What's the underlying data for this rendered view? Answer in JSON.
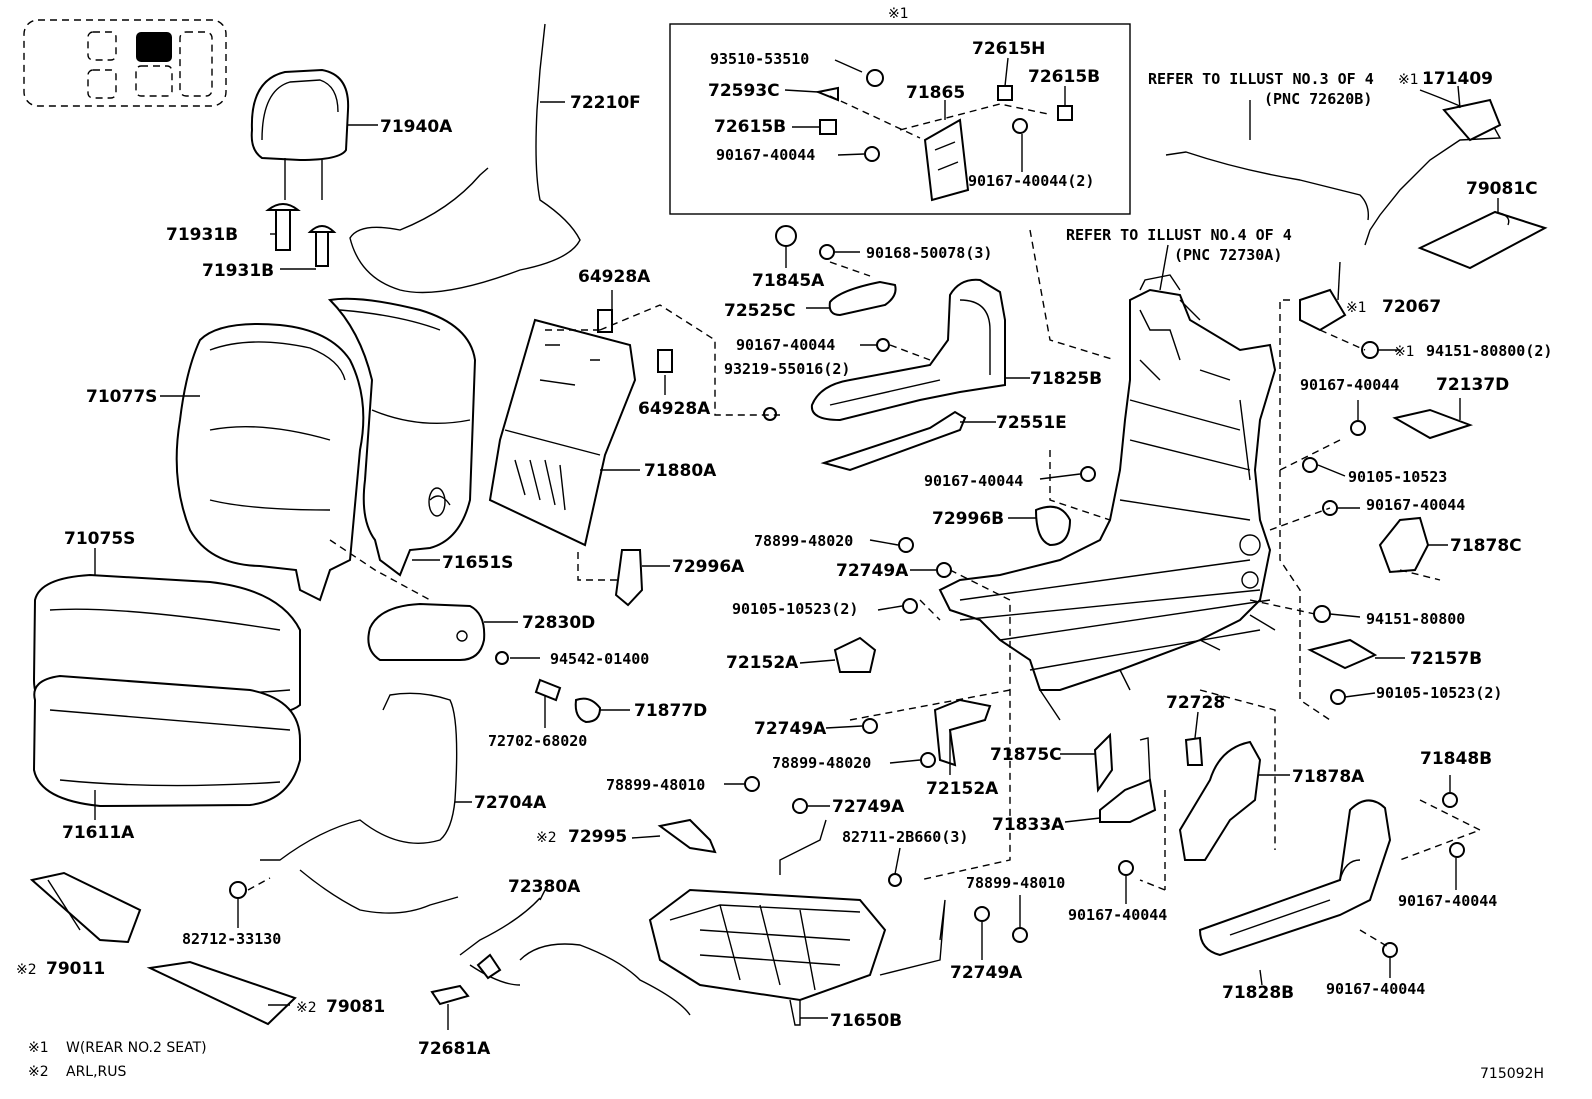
{
  "labels": {
    "hr_71940A": "71940A",
    "wire_72210F": "72210F",
    "guide_71931B_1": "71931B",
    "guide_71931B_2": "71931B",
    "pad_64928A_1": "64928A",
    "pad_64928A_2": "64928A",
    "cover_71077S": "71077S",
    "board_71880A": "71880A",
    "pad_71651S": "71651S",
    "cover_71075S": "71075S",
    "lever_72996A": "72996A",
    "hinge_72830D": "72830D",
    "nut_94542": "94542-01400",
    "knob_71877D": "71877D",
    "bolt_72702": "72702-68020",
    "cable_72704A": "72704A",
    "pad_71611A": "71611A",
    "clamp_82712": "82712-33130",
    "mark2_79011": "79011",
    "mark2_79081": "79081",
    "note1": "W(REAR NO.2 SEAT)",
    "note2": "ARL,RUS",
    "star": "※1",
    "box_93510": "93510-53510",
    "box_72593C": "72593C",
    "box_72615B_1": "72615B",
    "box_90167_1": "90167-40044",
    "box_72615H": "72615H",
    "box_71865": "71865",
    "box_72615B_2": "72615B",
    "box_90167_2": "90167-40044(2)",
    "cap_71845A": "71845A",
    "screw_90168": "90168-50078(3)",
    "cover_72525C": "72525C",
    "screw_90167_3": "90167-40044",
    "screw_93219": "93219-55016(2)",
    "shield_71825B": "71825B",
    "cover_72551E": "72551E",
    "screw_90167_4": "90167-40044",
    "lever_72996B": "72996B",
    "bolt_78899_1": "78899-48020",
    "cover_72749A_1": "72749A",
    "bolt_90105_1": "90105-10523(2)",
    "cover_72152A_1": "72152A",
    "cover_72749A_2": "72749A",
    "bolt_78899_2": "78899-48020",
    "cover_72152A_2": "72152A",
    "bolt_78899_3": "78899-48010",
    "cover_72749A_3": "72749A",
    "mark2_72995": "72995",
    "bolt_82711": "82711-2B660(3)",
    "cover_71875C": "71875C",
    "cover_71833A": "71833A",
    "bolt_78899_4": "78899-48010",
    "cover_72749A_4": "72749A",
    "cable_72380A": "72380A",
    "handle_72681A": "72681A",
    "rod_71650B": "71650B",
    "refer3": "REFER TO ILLUST NO.3 OF 4",
    "refer3_pnc": "(PNC 72620B)",
    "refer4": "REFER TO ILLUST NO.4 OF 4",
    "refer4_pnc": "(PNC 72730A)",
    "lock_171409": "171409",
    "mat_79081C": "79081C",
    "link_72067": "72067",
    "nut_94151_1": "94151-80800(2)",
    "screw_90167_5": "90167-40044",
    "cover_72137D": "72137D",
    "bolt_90105_2": "90105-10523",
    "screw_90167_6": "90167-40044",
    "cover_71878C": "71878C",
    "nut_94151_2": "94151-80800",
    "cover_72157B": "72157B",
    "bolt_90105_3": "90105-10523(2)",
    "bracket_72728": "72728",
    "cover_71878A": "71878A",
    "cap_71848B": "71848B",
    "screw_90167_7": "90167-40044",
    "screw_90167_8": "90167-40044",
    "shield_71828B": "71828B",
    "screw_90167_9": "90167-40044",
    "illust_no": "715092H"
  }
}
